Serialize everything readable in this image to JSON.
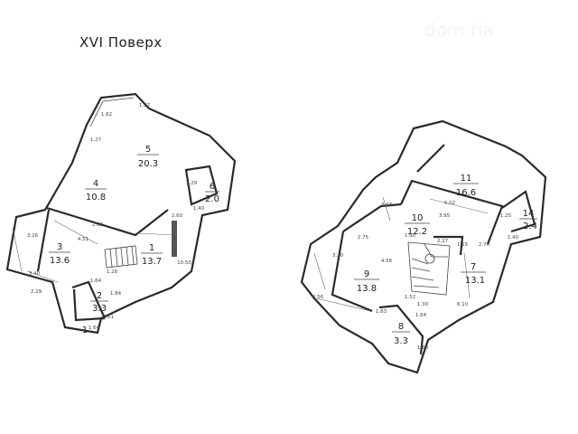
{
  "title": "XVI Поверх",
  "left_plan": {
    "rooms": [
      {
        "number": "1",
        "area": "13.7"
      },
      {
        "number": "2",
        "area": "3.3"
      },
      {
        "number": "3",
        "area": "13.6"
      },
      {
        "number": "4",
        "area": "10.8"
      },
      {
        "number": "5",
        "area": "20.3"
      },
      {
        "number": "6",
        "area": "2.0"
      }
    ],
    "dimensions": [
      "1.62",
      "1.27",
      "1.27",
      "3.29",
      "1.40",
      "2.68",
      "4.51",
      "3.26",
      "3.40",
      "2.29",
      "1.64",
      "1.28",
      "1.84",
      "1.61",
      "1.64",
      "2.60",
      "10.50"
    ],
    "stair_label": "1"
  },
  "right_plan": {
    "rooms": [
      {
        "number": "7",
        "area": "13.1"
      },
      {
        "number": "8",
        "area": "3.3"
      },
      {
        "number": "9",
        "area": "13.8"
      },
      {
        "number": "10",
        "area": "12.2"
      },
      {
        "number": "11",
        "area": "16.6"
      },
      {
        "number": "14",
        "area": "2.4"
      }
    ],
    "dimensions": [
      "3.03",
      "5.02",
      "3.95",
      "1.25",
      "1.40",
      "2.75",
      "1.90",
      "2.27",
      "1.15",
      "2.70",
      "3.20",
      "4.56",
      "1.52",
      "6.10",
      "4.56",
      "1.63",
      "1.64",
      "1.30",
      "1.80"
    ]
  }
}
